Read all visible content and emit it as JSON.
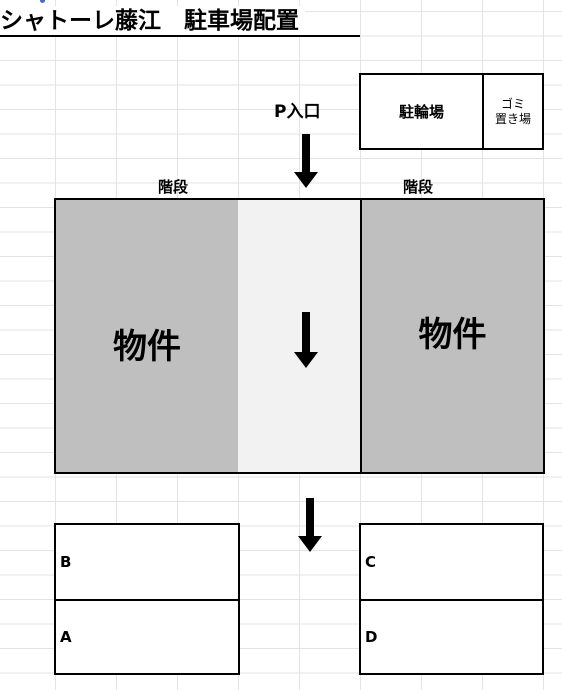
{
  "title": "シャトーレ藤江　駐車場配置",
  "entrance_label": "P入口",
  "bicycle_parking_label": "駐輪場",
  "garbage_area_label": "ゴミ\n置き場",
  "stairs_left_label": "階段",
  "stairs_right_label": "階段",
  "building_left_label": "物件",
  "building_right_label": "物件",
  "slots": {
    "b": "B",
    "a": "A",
    "c": "C",
    "d": "D"
  },
  "icons": [
    "arrow-down-icon"
  ],
  "colors": {
    "building": "#bfbfbf",
    "lane": "#f2f2f2",
    "grid": "#e3e3e3"
  }
}
